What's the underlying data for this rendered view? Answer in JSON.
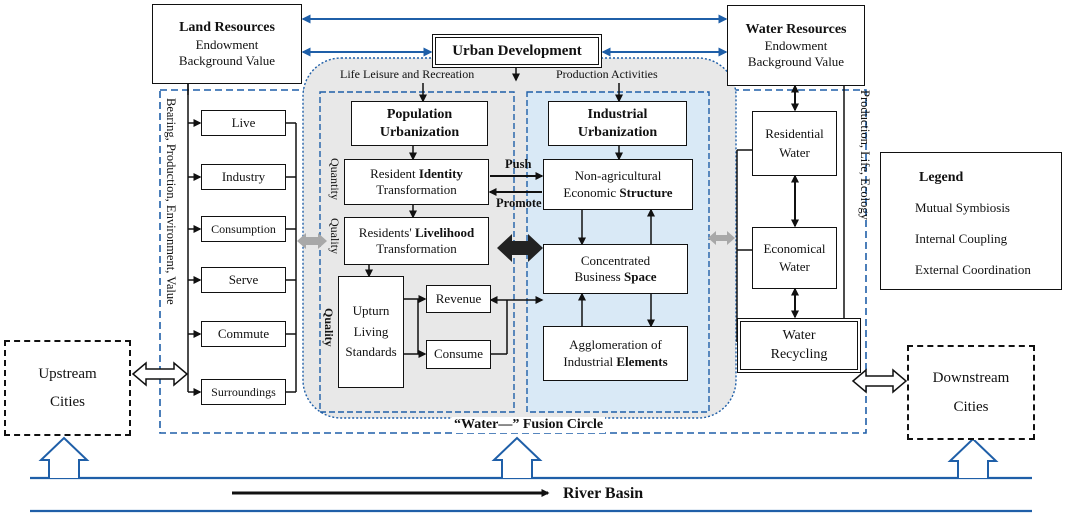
{
  "land": {
    "title": "Land Resources",
    "line1": "Endowment",
    "line2": "Background Value"
  },
  "water": {
    "title": "Water Resources",
    "line1": "Endowment",
    "line2": "Background Value"
  },
  "urban": {
    "title": "Urban Development"
  },
  "top_labels": {
    "life": "Life Leisure and Recreation",
    "production": "Production Activities"
  },
  "left_vertical": "Bearing, Production, Environment, Value",
  "right_vertical": "Production, Life, Ecology",
  "functions": [
    "Live",
    "Industry",
    "Consumption",
    "Serve",
    "Commute",
    "Surroundings"
  ],
  "pop_urban": {
    "l1": "Population",
    "l2": "Urbanization"
  },
  "ind_urban": {
    "l1": "Industrial",
    "l2": "Urbanization"
  },
  "identity": {
    "pre": "Resident ",
    "bold": "Identity",
    "l2": "Transformation"
  },
  "livelihood": {
    "pre": "Residents' ",
    "bold": "Livelihood",
    "l2": "Transformation"
  },
  "upturn": {
    "l1": "Upturn",
    "l2": "Living",
    "l3": "Standards"
  },
  "revenue": "Revenue",
  "consume": "Consume",
  "nonagri": {
    "l1": "Non-agricultural",
    "pre": "Economic ",
    "bold": "Structure"
  },
  "business": {
    "l1": "Concentrated",
    "pre": "Business ",
    "bold": "Space"
  },
  "agglom": {
    "l1": "Agglomeration of",
    "pre": "Industrial ",
    "bold": "Elements"
  },
  "push": "Push",
  "promote": "Promote",
  "quantity": "Quantity",
  "quality": "Quality",
  "quality2": "Quality",
  "residential_water": {
    "l1": "Residential",
    "l2": "Water"
  },
  "economical_water": {
    "l1": "Economical",
    "l2": "Water"
  },
  "water_recycling": {
    "l1": "Water",
    "l2": "Recycling"
  },
  "legend": {
    "title": "Legend",
    "items": [
      "Mutual Symbiosis",
      "Internal  Coupling",
      "External Coordination"
    ]
  },
  "upstream": {
    "l1": "Upstream",
    "l2": "Cities"
  },
  "downstream": {
    "l1": "Downstream",
    "l2": "Cities"
  },
  "fusion": "“Water—” Fusion Circle",
  "river": "River Basin",
  "colors": {
    "blue": "#1f5fa8",
    "grey_fill": "#e8e8e8",
    "light_blue": "#d9e9f6",
    "grey_arrow": "#a8a8a8",
    "dark_arrow": "#222222"
  }
}
